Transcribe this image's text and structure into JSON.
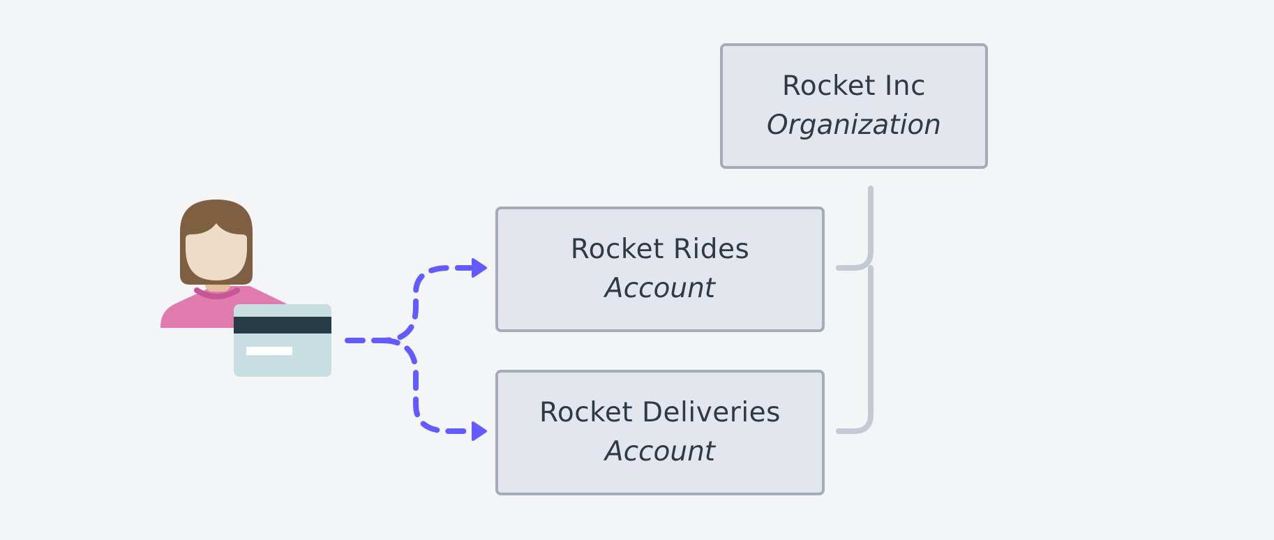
{
  "diagram": {
    "nodes": {
      "organization": {
        "title": "Rocket Inc",
        "type": "Organization"
      },
      "account_rides": {
        "title": "Rocket Rides",
        "type": "Account"
      },
      "account_deliveries": {
        "title": "Rocket Deliveries",
        "type": "Account"
      }
    },
    "colors": {
      "background": "#f4f5f7",
      "box_fill": "#e3e6ed",
      "box_border": "#a3acb9",
      "text": "#2f3a47",
      "hierarchy_line": "#c3cad3",
      "payment_flow": "#635bff",
      "person_hair": "#7f5f42",
      "person_skin": "#eedcc8",
      "person_shirt": "#e07aaf",
      "card_body": "#c7dfe0",
      "card_stripe": "#263b48"
    },
    "icons": [
      "person-icon",
      "credit-card-icon"
    ]
  }
}
